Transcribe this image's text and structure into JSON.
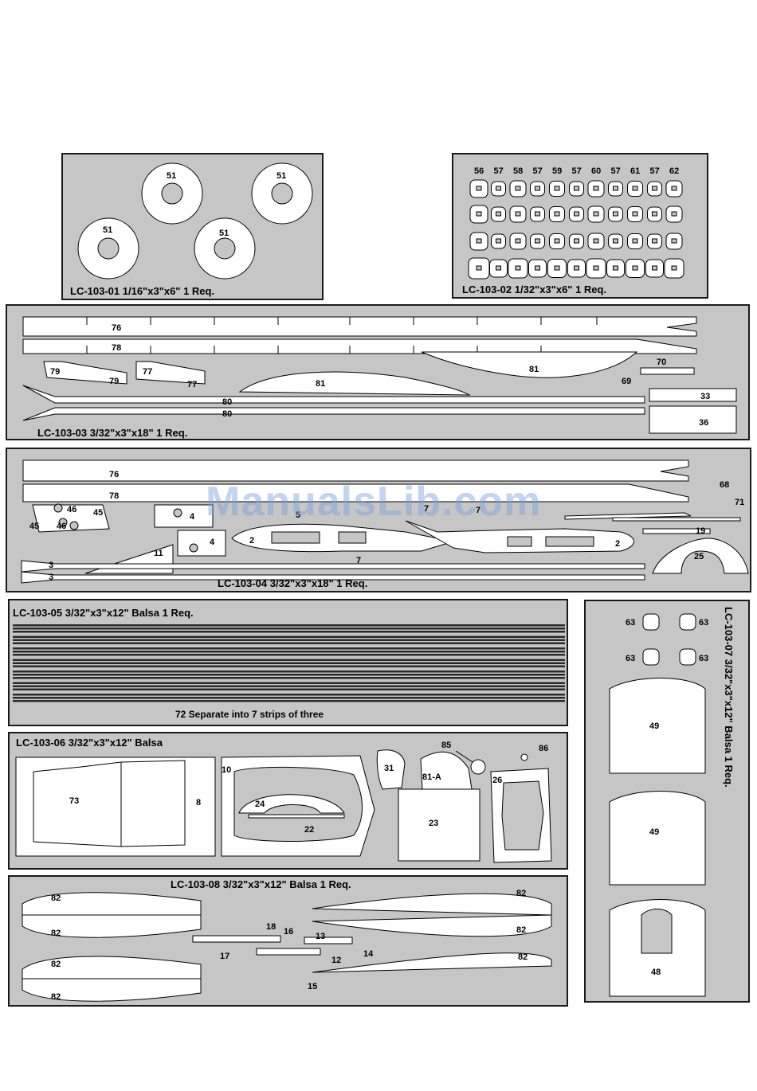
{
  "watermark": "ManualsLib.com",
  "sheets": {
    "s01": {
      "caption": "LC-103-01 1/16\"x3\"x6\" 1 Req.",
      "part_label": "51"
    },
    "s02": {
      "caption": "LC-103-02 1/32\"x3\"x6\" 1 Req.",
      "column_labels": [
        "56",
        "57",
        "58",
        "57",
        "59",
        "57",
        "60",
        "57",
        "61",
        "57",
        "62"
      ]
    },
    "s03": {
      "caption": "LC-103-03 3/32\"x3\"x18\" 1 Req.",
      "labels": {
        "p76": "76",
        "p78": "78",
        "p79": "79",
        "p77": "77",
        "p81": "81",
        "p70": "70",
        "p69": "69",
        "p80": "80",
        "p33": "33",
        "p36": "36"
      }
    },
    "s04": {
      "caption": "LC-103-04 3/32\"x3\"x18\" 1 Req.",
      "labels": {
        "p76": "76",
        "p78": "78",
        "p68": "68",
        "p71": "71",
        "p46": "46",
        "p45": "45",
        "p4": "4",
        "p5": "5",
        "p2": "2",
        "p7": "7",
        "p19": "19",
        "p25": "25",
        "p11": "11",
        "p3": "3"
      }
    },
    "s05": {
      "caption": "LC-103-05 3/32\"x3\"x12\" Balsa 1 Req.",
      "note": "72 Separate into 7 strips of three"
    },
    "s06": {
      "caption": "LC-103-06 3/32\"x3\"x12\" Balsa",
      "labels": {
        "p73": "73",
        "p8": "8",
        "p10": "10",
        "p24": "24",
        "p22": "22",
        "p31": "31",
        "p85": "85",
        "p81a": "81-A",
        "p23": "23",
        "p86": "86",
        "p26": "26"
      }
    },
    "s07": {
      "caption": "LC-103-07 3/32\"x3\"x12\" Balsa 1 Req.",
      "labels": {
        "p63": "63",
        "p49": "49",
        "p48": "48"
      }
    },
    "s08": {
      "caption": "LC-103-08 3/32\"x3\"x12\" Balsa 1 Req.",
      "labels": {
        "p82": "82",
        "p18": "18",
        "p16": "16",
        "p13": "13",
        "p17": "17",
        "p12": "12",
        "p14": "14",
        "p15": "15"
      }
    }
  }
}
